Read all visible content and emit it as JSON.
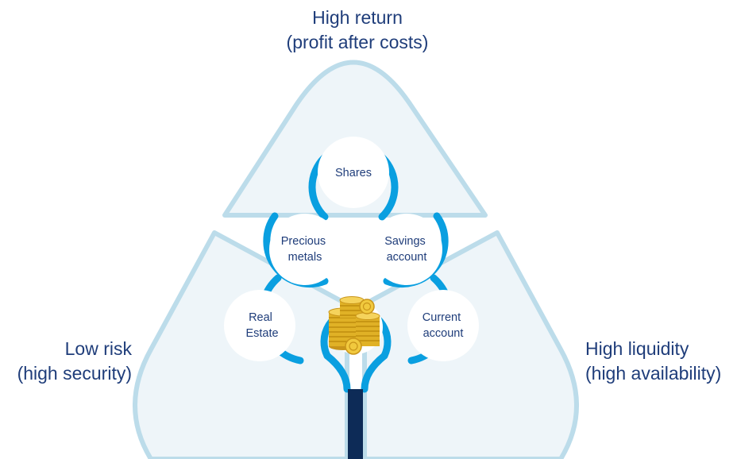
{
  "corners": {
    "top": {
      "line1": "High return",
      "line2": "(profit after costs)"
    },
    "left": {
      "line1": "Low risk",
      "line2": "(high security)"
    },
    "right": {
      "line1": "High liquidity",
      "line2": "(high availability)"
    }
  },
  "circles": {
    "shares": {
      "line1": "Shares"
    },
    "precious_metals": {
      "line1": "Precious",
      "line2": "metals"
    },
    "savings_account": {
      "line1": "Savings",
      "line2": "account"
    },
    "real_estate": {
      "line1": "Real",
      "line2": "Estate"
    },
    "current_account": {
      "line1": "Current",
      "line2": "account"
    }
  },
  "colors": {
    "accent_blue": "#0a9fe0",
    "triangle_fill": "#eef5f9",
    "triangle_stroke": "#bcdcea",
    "text": "#1f3d7a",
    "trunk": "#0d2b57",
    "coin": "#e0b126"
  },
  "icons": {
    "center": "gold-coins-icon"
  }
}
